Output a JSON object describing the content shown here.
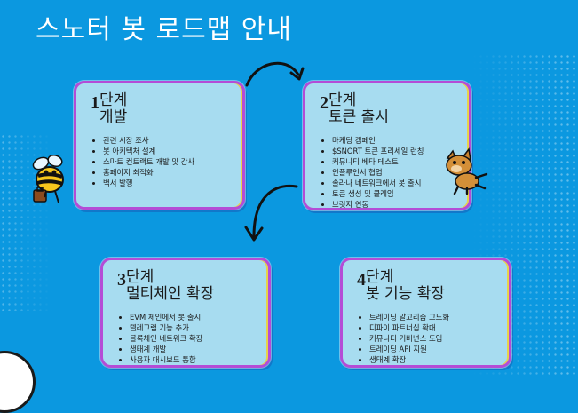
{
  "title": "스노터 봇 로드맵 안내",
  "stages": [
    {
      "num": "1",
      "stage": "단계",
      "title": "개발",
      "items": [
        "관련 시장 조사",
        "봇 아키텍처 설계",
        "스마트 컨트랙트 개발 및 감사",
        "홈페이지 최적화",
        "백서 발행"
      ]
    },
    {
      "num": "2",
      "stage": "단계",
      "title": "토큰 출시",
      "items": [
        "마케팅 캠페인",
        "$SNORT 토큰 프리세일 런칭",
        "커뮤니티 베타 테스트",
        "인플루언서 협업",
        "솔라나 네트워크에서 봇 출시",
        "토큰 생성 및 클레임",
        "브릿지 연동"
      ]
    },
    {
      "num": "3",
      "stage": "단계",
      "title": "멀티체인 확장",
      "items": [
        "EVM 체인에서 봇 출시",
        "텔레그램 기능 추가",
        "블록체인 네트워크 확장",
        "생태계 개발",
        "사용자 대시보드 통합"
      ]
    },
    {
      "num": "4",
      "stage": "단계",
      "title": "봇 기능 확장",
      "items": [
        "트레이딩 알고리즘 고도화",
        "디파이 파트너십 확대",
        "커뮤니티 거버넌스 도입",
        "트레이딩 API 지원",
        "생태계 확장"
      ]
    }
  ],
  "colors": {
    "background": "#0b98e0",
    "card": "#a7dcf0",
    "card_border": "#b44cd6"
  }
}
